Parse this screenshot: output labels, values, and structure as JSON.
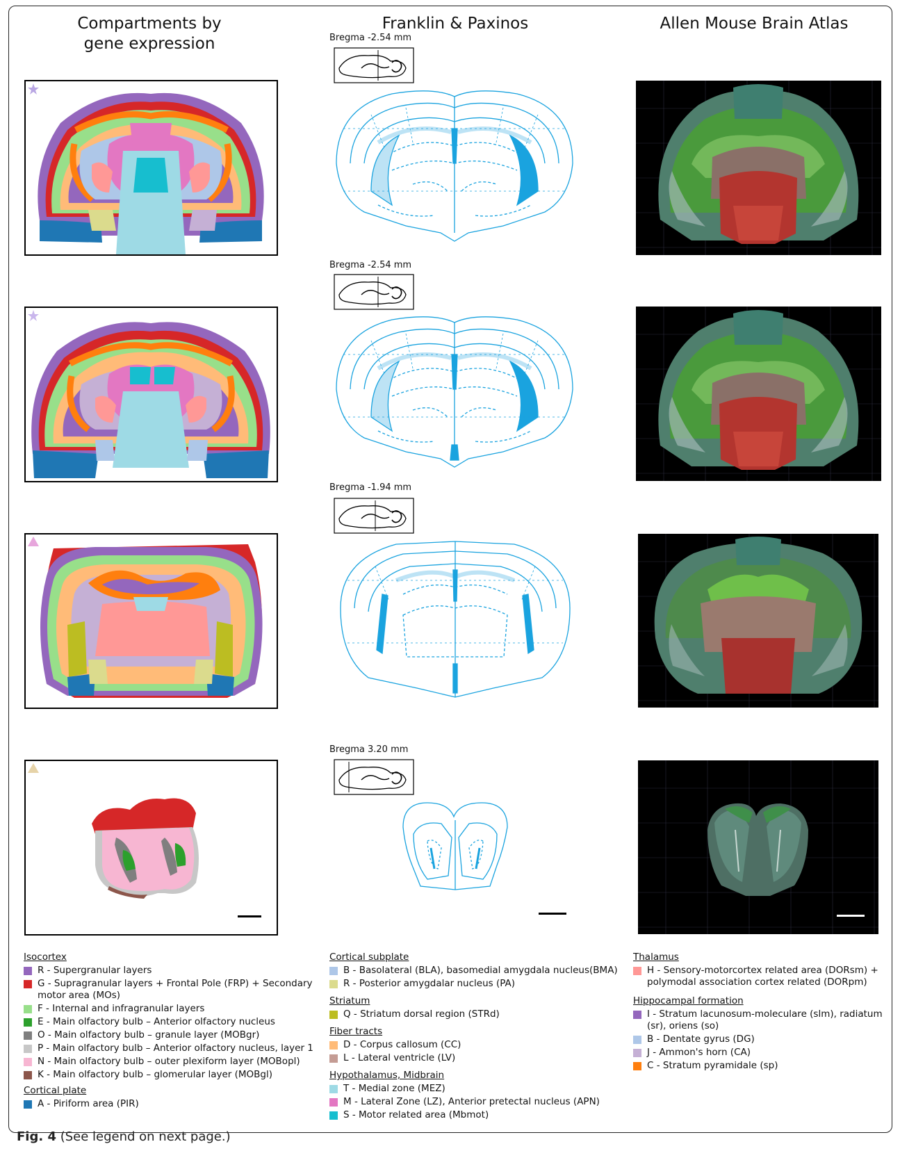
{
  "columns": {
    "compartments": "Compartments by\ngene expression",
    "franklin": "Franklin & Paxinos",
    "allen": "Allen Mouse Brain Atlas"
  },
  "rows": [
    {
      "bregma": "Bregma -2.54 mm",
      "marker": "star",
      "marker_color": "#b9a6e3"
    },
    {
      "bregma": "Bregma -2.54 mm",
      "marker": "star",
      "marker_color": "#c9b6ec"
    },
    {
      "bregma": "Bregma -1.94 mm",
      "marker": "triangle",
      "marker_color": "#e7a6dc"
    },
    {
      "bregma": "Bregma 3.20 mm",
      "marker": "triangle",
      "marker_color": "#e6d3a8"
    }
  ],
  "legend": {
    "col1": [
      {
        "heading": "Isocortex",
        "items": [
          {
            "text": "R - Supergranular layers",
            "color": "#9467bd"
          },
          {
            "text": "G - Supragranular layers + Frontal Pole (FRP) + Secondary motor area (MOs)",
            "color": "#d62728"
          },
          {
            "text": "F - Internal and infragranular layers",
            "color": "#98df8a"
          },
          {
            "text": "E - Main olfactory bulb – Anterior olfactory nucleus",
            "color": "#2ca02c"
          },
          {
            "text": "O - Main olfactory bulb – granule layer (MOBgr)",
            "color": "#7f7f7f"
          },
          {
            "text": "P - Main olfactory bulb – Anterior olfactory nucleus, layer 1",
            "color": "#c7c7c7"
          },
          {
            "text": "N - Main olfactory bulb – outer plexiform layer (MOBopl)",
            "color": "#f7b6d2"
          },
          {
            "text": "K - Main olfactory bulb – glomerular layer (MOBgl)",
            "color": "#8c564b"
          }
        ]
      },
      {
        "heading": "Cortical plate",
        "items": [
          {
            "text": "A - Piriform area (PIR)",
            "color": "#1f77b4"
          }
        ]
      }
    ],
    "col2": [
      {
        "heading": "Cortical subplate",
        "items": [
          {
            "text": "B - Basolateral (BLA), basomedial amygdala nucleus(BMA)",
            "color": "#aec7e8"
          },
          {
            "text": "R - Posterior amygdalar nucleus (PA)",
            "color": "#dbdb8d"
          }
        ]
      },
      {
        "heading": "Striatum",
        "items": [
          {
            "text": "Q - Striatum dorsal region (STRd)",
            "color": "#bcbd22"
          }
        ]
      },
      {
        "heading": "Fiber tracts",
        "items": [
          {
            "text": "D -  Corpus callosum (CC)",
            "color": "#ffbb78"
          },
          {
            "text": "L - Lateral ventricle (LV)",
            "color": "#c49c94"
          }
        ]
      },
      {
        "heading": "Hypothalamus, Midbrain",
        "items": [
          {
            "text": "T - Medial zone (MEZ)",
            "color": "#9edae5"
          },
          {
            "text": "M - Lateral Zone (LZ), Anterior pretectal nucleus (APN)",
            "color": "#e377c2"
          },
          {
            "text": "S - Motor related area (Mbmot)",
            "color": "#17becf"
          }
        ]
      }
    ],
    "col3": [
      {
        "heading": "Thalamus",
        "items": [
          {
            "text": "H - Sensory-motorcortex related area (DORsm) + polymodal association cortex related (DORpm)",
            "color": "#ff9896"
          }
        ]
      },
      {
        "heading": "Hippocampal formation",
        "items": [
          {
            "text": "I - Stratum lacunosum-moleculare (slm), radiatum (sr), oriens (so)",
            "color": "#9467bd"
          },
          {
            "text": "B - Dentate gyrus (DG)",
            "color": "#aec7e8"
          },
          {
            "text": "J - Ammon's horn (CA)",
            "color": "#c5b0d5"
          },
          {
            "text": "C - Stratum pyramidale (sp)",
            "color": "#ff7f0e"
          }
        ]
      }
    ]
  },
  "caption": {
    "label": "Fig. 4",
    "text": " (See legend on next page.)"
  }
}
